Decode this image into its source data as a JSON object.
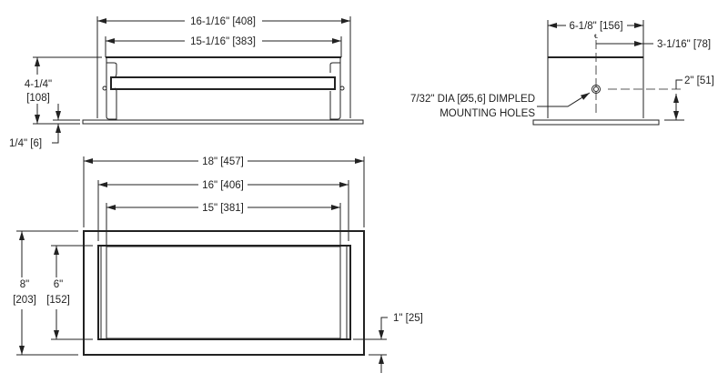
{
  "top_view": {
    "overall_width": "16-1/16\" [408]",
    "inner_width": "15-1/16\" [383]",
    "height_line1": "4-1/4\"",
    "height_line2": "[108]",
    "flange": "1/4\" [6]"
  },
  "side_view": {
    "width": "6-1/8\" [156]",
    "hole_offset": "3-1/16\" [78]",
    "hole_height": "2\" [51]",
    "note_line1": "7/32\" DIA [Ø5,6] DIMPLED",
    "note_line2": "MOUNTING HOLES",
    "centerline_mark": "℄"
  },
  "front_view": {
    "overall_width": "18\" [457]",
    "mid_width": "16\" [406]",
    "inner_width": "15\" [381]",
    "overall_height_line1": "8\"",
    "overall_height_line2": "[203]",
    "inner_height_line1": "6\"",
    "inner_height_line2": "[152]",
    "border": "1\" [25]"
  }
}
